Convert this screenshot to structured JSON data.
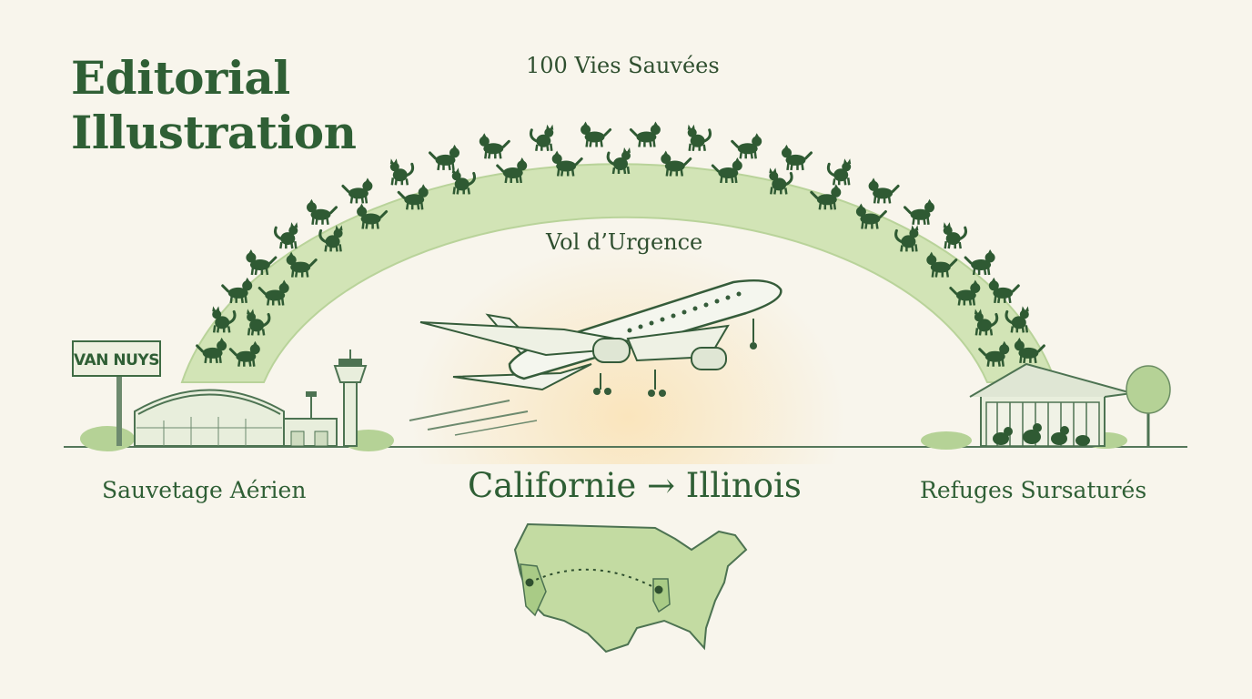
{
  "header": {
    "title_line1": "Editorial",
    "title_line2": "Illustration"
  },
  "arc": {
    "label": "100 Vies Sauvées"
  },
  "center": {
    "label": "Vol d’Urgence"
  },
  "airport": {
    "sign_text": "VAN NUYS",
    "caption": "Sauvetage Aérien"
  },
  "shelter": {
    "caption": "Refuges Sursaturés"
  },
  "route": {
    "label": "Californie → Illinois"
  },
  "icons": [
    "airplane-icon",
    "control-tower-icon",
    "hangar-icon",
    "shelter-icon",
    "tree-icon",
    "dog-silhouette-icon",
    "cat-silhouette-icon",
    "us-map-icon"
  ],
  "colors": {
    "background": "#f8f5ec",
    "primary_green": "#2f5f35",
    "arc_green": "#d2e4b6",
    "map_green": "#c3dba2"
  }
}
